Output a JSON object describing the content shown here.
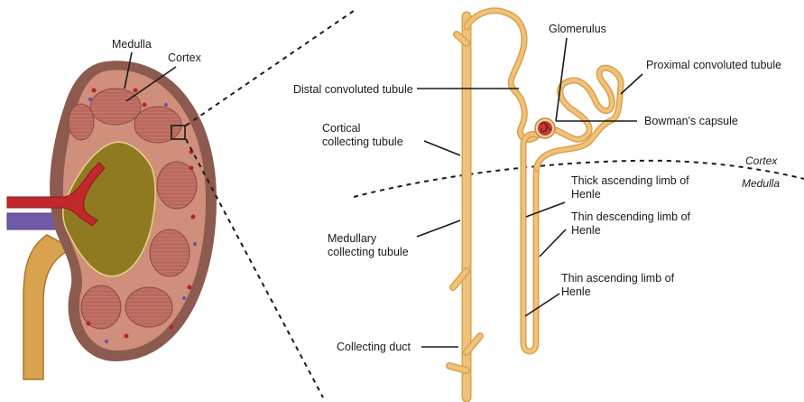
{
  "labels": {
    "medulla_kidney": "Medulla",
    "cortex_kidney": "Cortex",
    "distal_convoluted_tubule": "Distal convoluted tubule",
    "cortical_collecting_tubule": [
      "Cortical",
      "collecting tubule"
    ],
    "medullary_collecting_tubule": [
      "Medullary",
      "collecting tubule"
    ],
    "collecting_duct": "Collecting duct",
    "glomerulus": "Glomerulus",
    "proximal_convoluted_tubule": "Proximal convoluted tubule",
    "bowmans_capsule": "Bowman's capsule",
    "cortex_zone": "Cortex",
    "medulla_zone": "Medulla",
    "thick_ascending_limb": [
      "Thick ascending limb of",
      "Henle"
    ],
    "thin_descending_limb": [
      "Thin descending limb of",
      "Henle"
    ],
    "thin_ascending_limb": [
      "Thin ascending limb of",
      "Henle"
    ]
  },
  "colors": {
    "kidney_outer": "#8d5a4f",
    "cortex": "#c98a77",
    "pyramid": "#b5675b",
    "pelvis": "#8f7a22",
    "artery": "#c0282c",
    "vein": "#6f5aa8",
    "ureter": "#d6a04a",
    "tubule": "#f0c27a",
    "tubule_edge": "#d9a24c"
  }
}
